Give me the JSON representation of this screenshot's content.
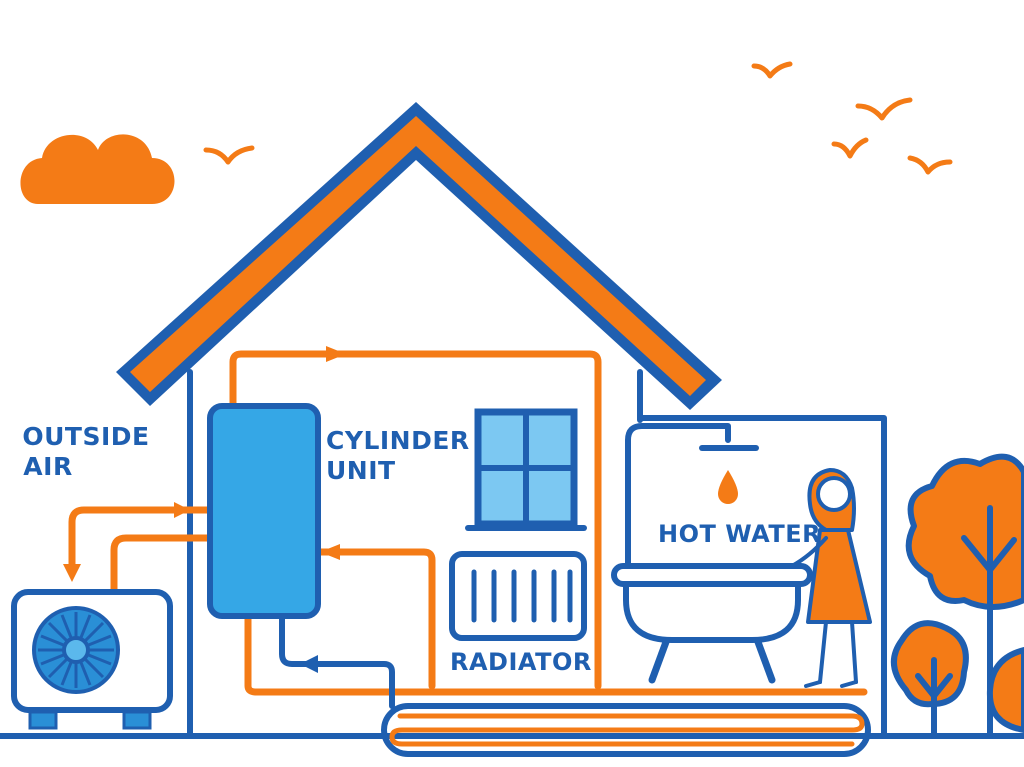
{
  "labels": {
    "outside_air": [
      "OUTSIDE",
      "AIR"
    ],
    "cylinder_unit": [
      "CYLINDER",
      "UNIT"
    ],
    "radiator": "RADIATOR",
    "hot_water": "HOT WATER"
  },
  "colors": {
    "blue_outline": "#1f5fb0",
    "orange": "#f47b16",
    "cylinder_fill": "#35a7e6",
    "window_fill": "#7cc8f2",
    "background": "#ffffff"
  },
  "icons": {
    "cloud": "cloud-icon",
    "birds": "bird-icon",
    "fan": "fan-icon",
    "water_drop": "water-drop-icon",
    "person": "person-icon",
    "tree": "tree-icon"
  }
}
